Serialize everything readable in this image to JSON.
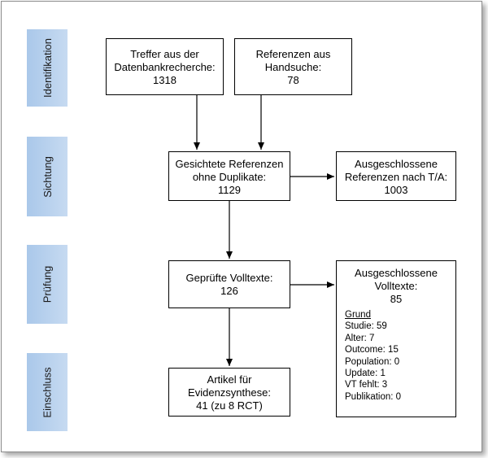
{
  "phases": {
    "identification": "Identifikation",
    "screening": "Sichtung",
    "review": "Prüfung",
    "inclusion": "Einschluss"
  },
  "boxes": {
    "database": {
      "line1": "Treffer aus der",
      "line2": "Datenbankrecherche:",
      "count": "1318"
    },
    "manual": {
      "line1": "Referenzen aus",
      "line2": "Handsuche:",
      "count": "78"
    },
    "screened": {
      "line1": "Gesichtete Referenzen",
      "line2": "ohne Duplikate:",
      "count": "1129"
    },
    "excluded_ta": {
      "line1": "Ausgeschlossene",
      "line2": "Referenzen nach T/A:",
      "count": "1003"
    },
    "fulltexts": {
      "line1": "Geprüfte Volltexte:",
      "count": "126"
    },
    "excluded_ft": {
      "line1": "Ausgeschlossene",
      "line2": "Volltexte:",
      "count": "85",
      "reasons_heading": "Grund",
      "reasons": [
        "Studie: 59",
        "Alter: 7",
        "Outcome: 15",
        "Population: 0",
        "Update: 1",
        "VT fehlt: 3",
        "Publikation: 0"
      ]
    },
    "included": {
      "line1": "Artikel für",
      "line2": "Evidenzsynthese:",
      "count": "41 (zu 8 RCT)"
    }
  }
}
